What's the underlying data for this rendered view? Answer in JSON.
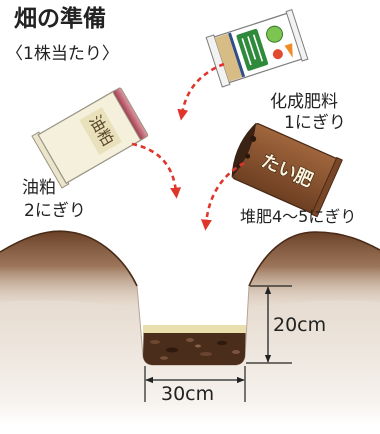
{
  "title": "畑の準備",
  "subtitle": "〈1株当たり〉",
  "chemical_fertilizer": {
    "name": "化成肥料",
    "amount": "1にぎり"
  },
  "oil_cake": {
    "name": "油粕",
    "amount": "2にぎり",
    "bag_label": "油粕"
  },
  "compost": {
    "label": "堆肥4～5にぎり",
    "bag_label": "たい肥"
  },
  "pit": {
    "depth_label": "20cm",
    "width_label": "30cm"
  },
  "colors": {
    "arrow": "#e0352b",
    "soil_top": "#6b4228",
    "compost": "#4a2d1b",
    "compost_bag": "#8b5532",
    "oil_cake_bag": "#f4f0dc"
  }
}
